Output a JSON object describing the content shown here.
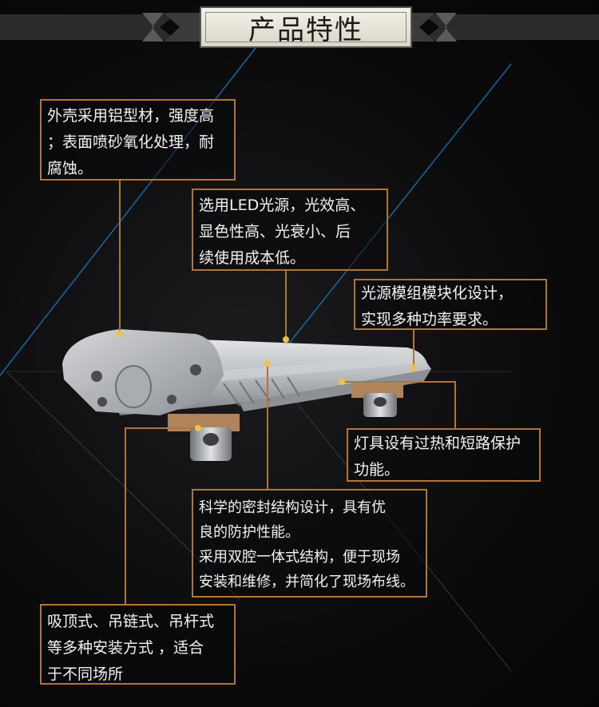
{
  "header": {
    "title": "产品特性"
  },
  "callouts": {
    "housing": {
      "lines": [
        "外壳采用铝型材，强度高",
        "；表面喷砂氧化处理，耐",
        "腐蚀。"
      ]
    },
    "led": {
      "lines": [
        "选用LED光源，光效高、",
        "显色性高、光衰小、后",
        "续使用成本低。"
      ]
    },
    "module": {
      "lines": [
        "光源模组模块化设计，",
        "实现多种功率要求。"
      ]
    },
    "protection": {
      "lines": [
        "灯具设有过热和短路保护",
        "功能。"
      ]
    },
    "sealing": {
      "lines": [
        "科学的密封结构设计，具有优",
        " 良的防护性能。",
        "采用双腔一体式结构，便于现场",
        "安装和维修，并简化了现场布线。"
      ]
    },
    "mounting": {
      "lines": [
        "吸顶式、吊链式、吊杆式",
        "等多种安装方式 ，适合",
        "于不同场所"
      ]
    }
  },
  "colors": {
    "accent": "#b0753a",
    "dot": "#f0c14a",
    "background": "#0a0a0b",
    "text": "#f2f2f2"
  }
}
